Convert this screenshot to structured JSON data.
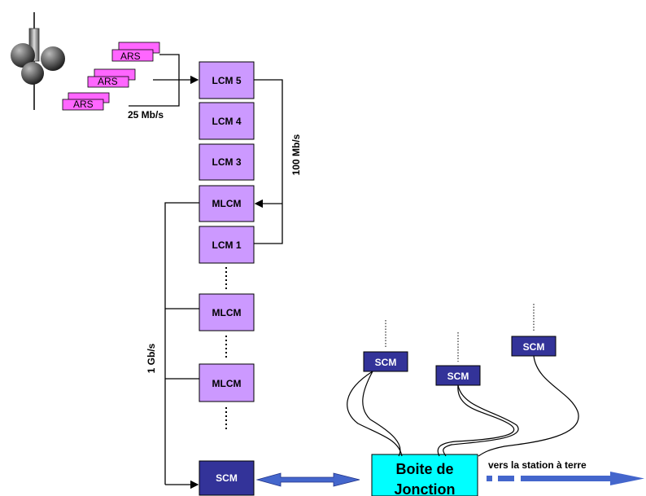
{
  "colors": {
    "lcm_fill": "#cc99ff",
    "scm_fill": "#333399",
    "ars_fill": "#ff66ff",
    "junction_fill": "#00ffff",
    "arrow_fill": "#4466cc"
  },
  "ars": {
    "label": "ARS",
    "count": 3
  },
  "rates": {
    "ars_link": "25 Mb/s",
    "lcm_link": "100 Mb/s",
    "main_link": "1 Gb/s"
  },
  "stack": {
    "lcm5": "LCM 5",
    "lcm4": "LCM 4",
    "lcm3": "LCM 3",
    "mlcm_top": "MLCM",
    "lcm1": "LCM 1",
    "mlcm_mid": "MLCM",
    "mlcm_low": "MLCM",
    "scm_base": "SCM"
  },
  "remote_scm": {
    "a": "SCM",
    "b": "SCM",
    "c": "SCM"
  },
  "junction": {
    "line1": "Boite de",
    "line2": "Jonction"
  },
  "shore_label": "vers la station à terre"
}
